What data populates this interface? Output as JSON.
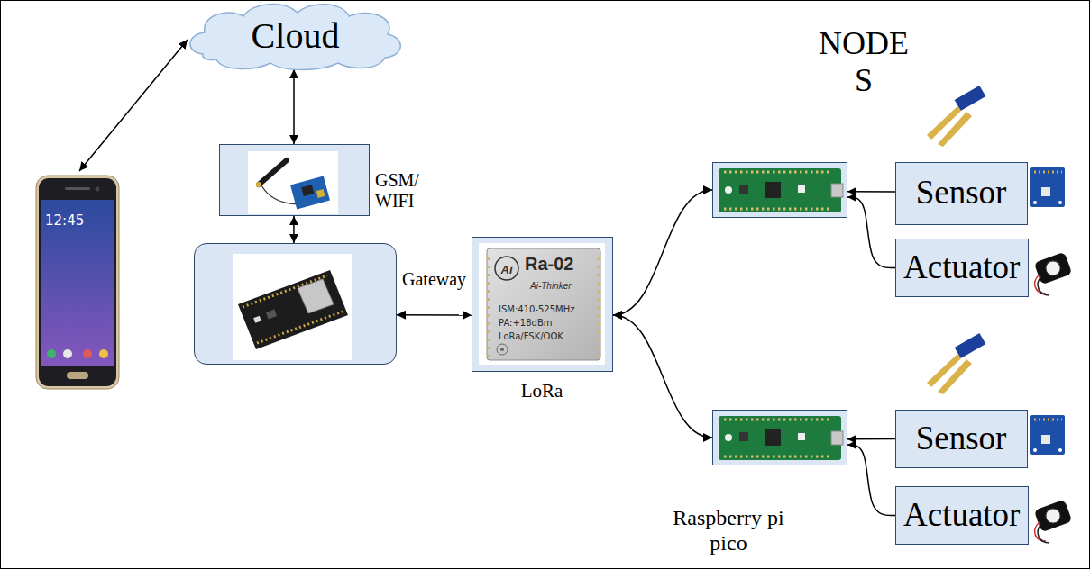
{
  "diagram": {
    "nodes": [
      {
        "text": [
          "Cloud"
        ]
      },
      {
        "text": [
          "GSM/ WIFI"
        ]
      },
      {
        "text": [
          "Gateway"
        ]
      },
      {
        "text": [
          "LoRa"
        ]
      },
      {
        "text": []
      },
      {
        "text": [
          "Sensor"
        ]
      },
      {
        "text": [
          "Actuator"
        ]
      },
      {
        "text": [
          "Raspberry pi pico"
        ]
      },
      {
        "text": [
          "Sensor"
        ]
      },
      {
        "text": [
          "Actuator"
        ]
      }
    ],
    "edges": [
      {
        "from": 0,
        "to": 1,
        "arrow": "both"
      },
      {
        "from": 1,
        "to": 2,
        "arrow": "both"
      },
      {
        "from": 2,
        "to": 3,
        "arrow": "both"
      },
      {
        "from": 3,
        "to": 4,
        "arrow": "both"
      },
      {
        "from": 3,
        "to": 7,
        "arrow": "both"
      },
      {
        "from": 5,
        "to": 4,
        "arrow": "to"
      },
      {
        "from": 6,
        "to": 4,
        "arrow": "to"
      },
      {
        "from": 8,
        "to": 7,
        "arrow": "to"
      },
      {
        "from": 9,
        "to": 7,
        "arrow": "to"
      }
    ],
    "labels": [
      "NODES",
      "12:45",
      "Ai",
      "Ra-02",
      "Ai-Thinker",
      "ISM:410-525MHz",
      "PA:+18dBm",
      "LoRa/FSK/OOK"
    ]
  }
}
